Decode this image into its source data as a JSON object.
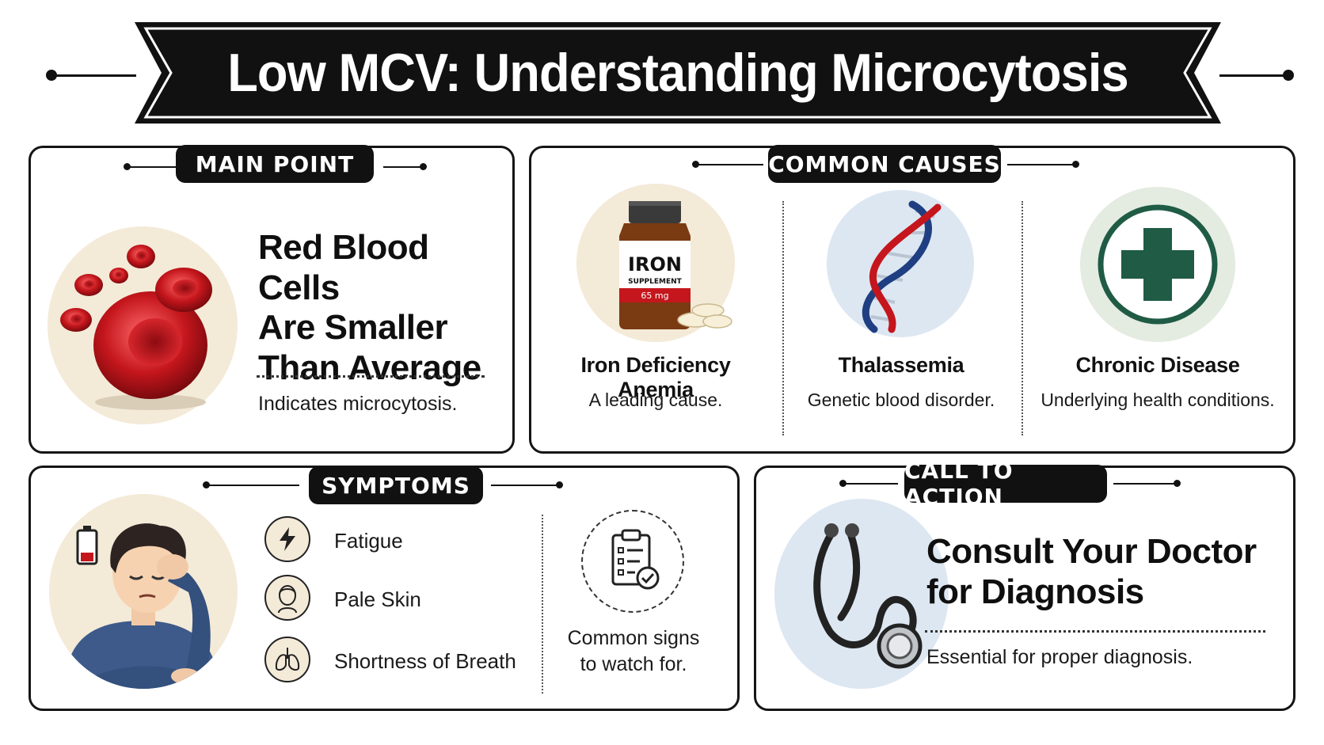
{
  "title": "Low MCV: Understanding Microcytosis",
  "colors": {
    "ink": "#111111",
    "blood_red": "#c4161c",
    "dark_green": "#1f5b45",
    "beige_circle": "#f4ead8",
    "light_blue_circle": "#dde7f2",
    "light_green_circle": "#e4ebe0",
    "sweater_blue": "#3d5a8a"
  },
  "main_point": {
    "label": "MAIN POINT",
    "heading_line1": "Red Blood Cells",
    "heading_line2": "Are Smaller",
    "heading_line3": "Than Average",
    "note": "Indicates microcytosis.",
    "icon": "red-blood-cells-illustration"
  },
  "common_causes": {
    "label": "COMMON CAUSES",
    "items": [
      {
        "title": "Iron Deficiency Anemia",
        "subtitle": "A leading cause.",
        "icon": "iron-supplement-bottle",
        "bottle_text1": "IRON",
        "bottle_text2": "SUPPLEMENT",
        "bottle_dose": "65 mg"
      },
      {
        "title": "Thalassemia",
        "subtitle": "Genetic blood disorder.",
        "icon": "dna-helix"
      },
      {
        "title": "Chronic Disease",
        "subtitle": "Underlying health conditions.",
        "icon": "medical-cross"
      }
    ]
  },
  "symptoms": {
    "label": "SYMPTOMS",
    "items": [
      {
        "label": "Fatigue",
        "icon": "lightning-bolt-icon"
      },
      {
        "label": "Pale Skin",
        "icon": "face-icon"
      },
      {
        "label": "Shortness of Breath",
        "icon": "lungs-icon"
      }
    ],
    "note_line1": "Common signs",
    "note_line2": "to watch for.",
    "note_icon": "clipboard-check-icon",
    "illustration": "tired-person-low-battery"
  },
  "call_to_action": {
    "label": "CALL TO ACTION",
    "heading_line1": "Consult Your Doctor",
    "heading_line2": "for Diagnosis",
    "note": "Essential for proper diagnosis.",
    "icon": "stethoscope"
  }
}
